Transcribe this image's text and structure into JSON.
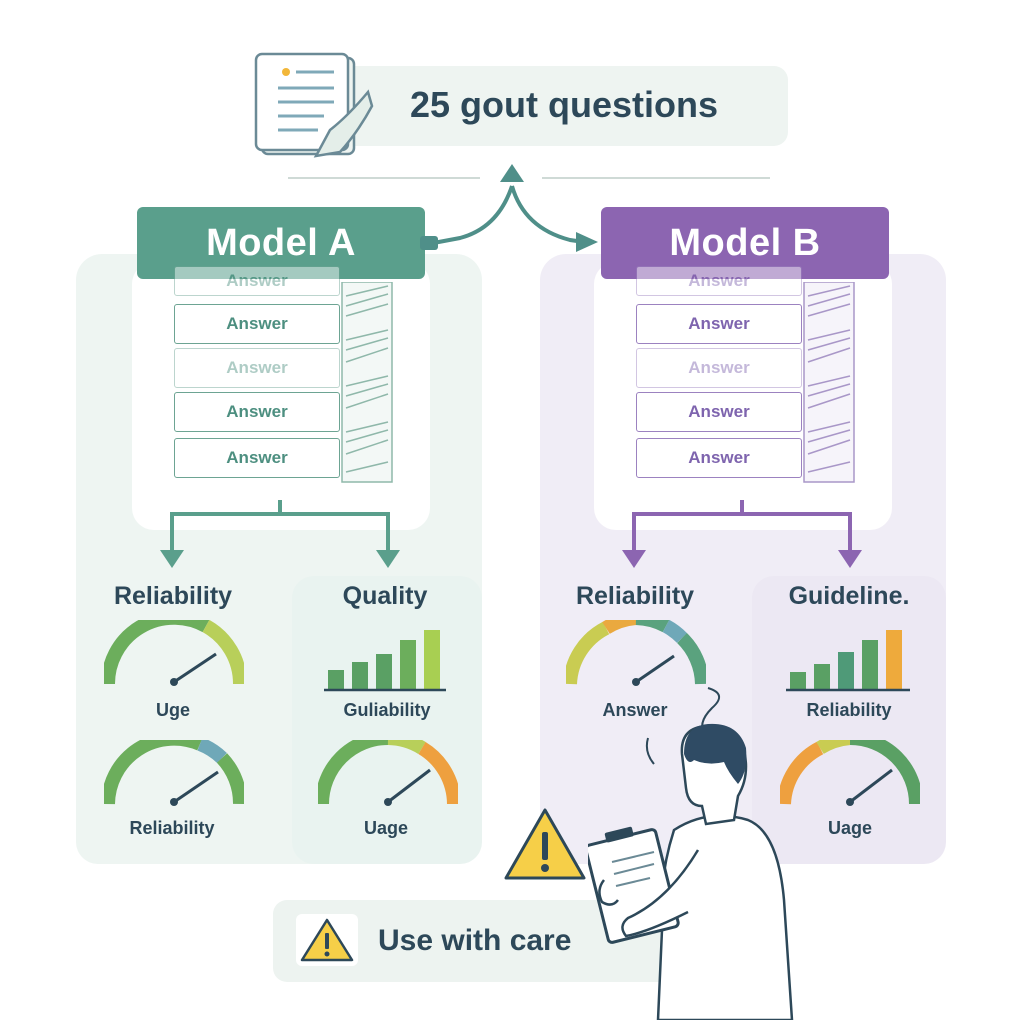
{
  "questions": {
    "label": "25 gout questions"
  },
  "model_a": {
    "title": "Model A",
    "answers": [
      "Answer",
      "Answer",
      "Answer",
      "Answer",
      "Answer"
    ],
    "metrics": {
      "left_title": "Reliability",
      "right_title": "Quality",
      "gauge1_label": "Uge",
      "bar_label": "Guliability",
      "gauge2_label": "Reliability",
      "gauge3_label": "Uage"
    }
  },
  "model_b": {
    "title": "Model B",
    "answers": [
      "Answer",
      "Answer",
      "Answer",
      "Answer",
      "Answer"
    ],
    "metrics": {
      "left_title": "Reliability",
      "right_title": "Guideline.",
      "gauge1_label": "Answer",
      "bar_label": "Reliability",
      "gauge3_label": "Uage"
    }
  },
  "warning": {
    "label": "Use with care"
  },
  "colors": {
    "model_a": "#5a9f8c",
    "model_b": "#8c65b1",
    "text_dark": "#2d4859",
    "warning_yellow": "#f6cf48"
  },
  "icons": [
    "document-icon",
    "warning-icon",
    "reviewer-person-icon",
    "server-stack-icon",
    "gauge-icon",
    "bar-chart-icon"
  ]
}
